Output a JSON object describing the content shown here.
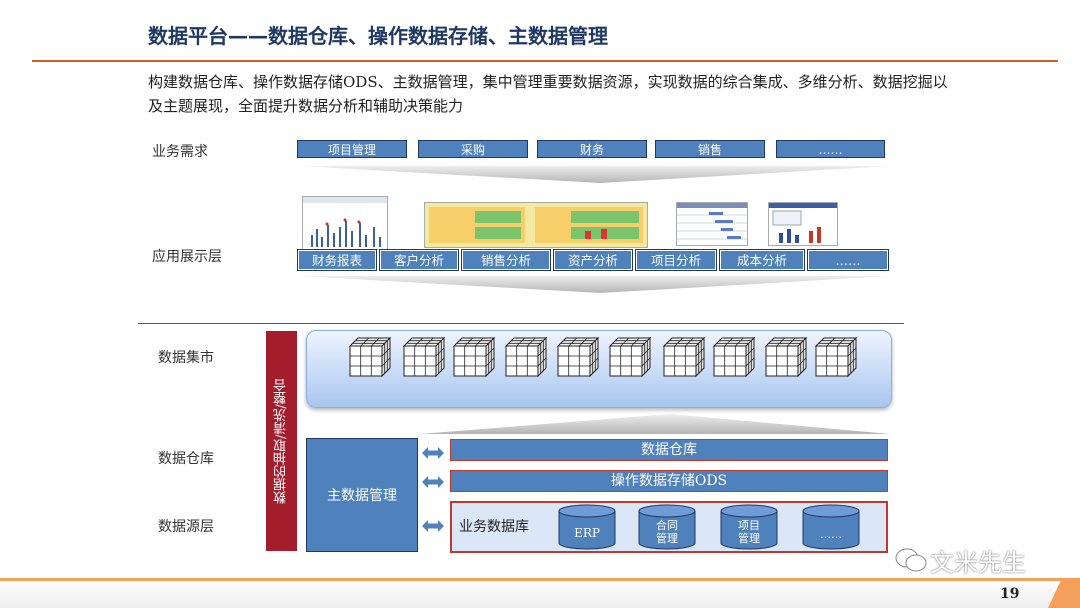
{
  "title": "数据平台——数据仓库、操作数据存储、主数据管理",
  "subtitle": "构建数据仓库、操作数据存储ODS、主数据管理，集中管理重要数据资源，实现数据的综合集成、多维分析、数据挖掘以及主题展现，全面提升数据分析和辅助决策能力",
  "rows": {
    "requirements": "业务需求",
    "presentation": "应用展示层",
    "datamart": "数据集市",
    "warehouse": "数据仓库",
    "source": "数据源层"
  },
  "requirements": [
    "项目管理",
    "采购",
    "财务",
    "销售",
    "……"
  ],
  "applications": [
    "财务报表",
    "客户分析",
    "销售分析",
    "资产分析",
    "项目分析",
    "成本分析",
    "……"
  ],
  "etl_label": "数据的抽取/清洗/整合",
  "mdm_label": "主数据管理",
  "warehouse_bar": "数据仓库",
  "ods_bar": "操作数据存储ODS",
  "business_db": {
    "label": "业务数据库",
    "systems": [
      "ERP",
      "合同管理",
      "项目管理",
      "……"
    ]
  },
  "page_number": "19",
  "watermark": "文米先生",
  "colors": {
    "box_blue": "#4f81bd",
    "etl_red": "#a31d2c",
    "accent_orange": "#d0602a",
    "title_navy": "#1f3864"
  }
}
